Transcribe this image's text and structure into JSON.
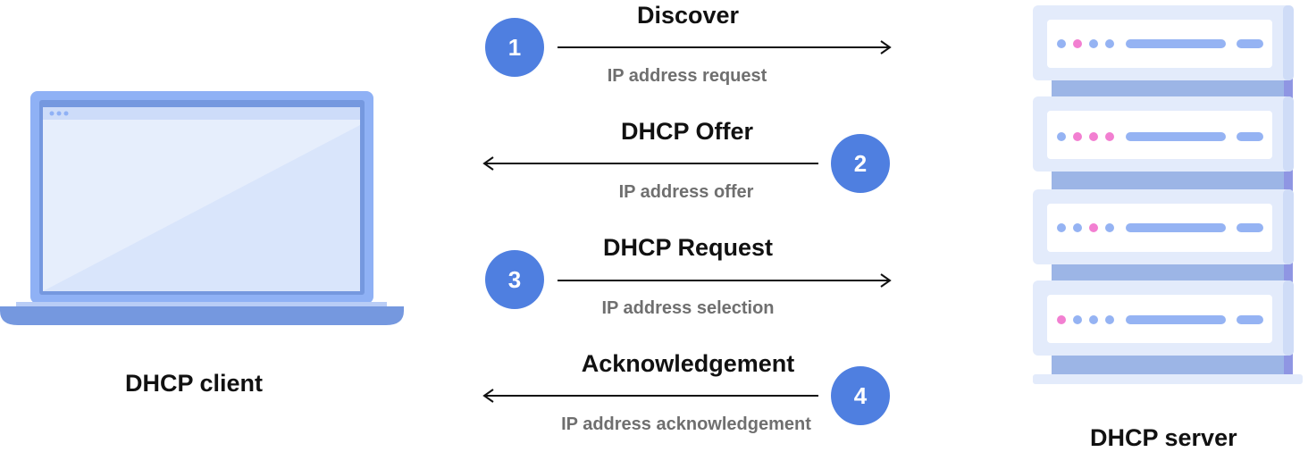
{
  "client": {
    "label": "DHCP client"
  },
  "server": {
    "label": "DHCP server"
  },
  "colors": {
    "badge": "#4f7fe0",
    "laptop_frame": "#8fb1f5",
    "laptop_screen": "#e6eefc",
    "laptop_base": "#7598df",
    "server_unit": "#e3ebfb",
    "server_backplate": "#9cb5e6",
    "server_bar": "#95b3f3",
    "led_blue": "#95b3f3",
    "led_pink": "#f27fd1",
    "arrow": "#111111"
  },
  "steps": [
    {
      "number": "1",
      "title": "Discover",
      "subtitle": "IP address request",
      "direction": "to-server"
    },
    {
      "number": "2",
      "title": "DHCP Offer",
      "subtitle": "IP address offer",
      "direction": "to-client"
    },
    {
      "number": "3",
      "title": "DHCP Request",
      "subtitle": "IP address selection",
      "direction": "to-server"
    },
    {
      "number": "4",
      "title": "Acknowledgement",
      "subtitle": "IP address acknowledgement",
      "direction": "to-client"
    }
  ]
}
